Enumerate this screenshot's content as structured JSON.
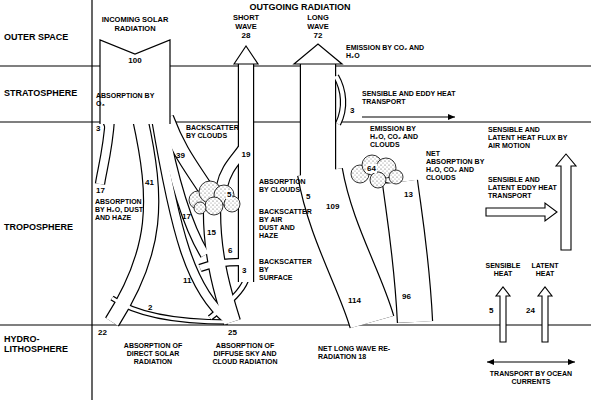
{
  "diagram": {
    "labels": [
      "OUTGOING RADIATION",
      "OUTER SPACE",
      "INCOMING SOLAR RADIATION",
      "100",
      "SHORT WAVE",
      "28",
      "LONG WAVE",
      "72",
      "STRATOSPHERE",
      "ABSORPTION BY O₃",
      "3",
      "EMISSION BY CO₂ AND H₂O",
      "3",
      "SENSIBLE AND EDDY HEAT TRANSPORT",
      "BACKSCATTER BY CLOUDS",
      "19",
      "39",
      "41",
      "17",
      "ABSORPTION BY H₂O, DUST AND HAZE",
      "ABSORPTION BY CLOUDS",
      "5",
      "15",
      "BACKSCATTER BY AIR DUST AND HAZE",
      "6",
      "17",
      "11",
      "3",
      "BACKSCATTER BY SURFACE",
      "2",
      "TROPOSPHERE",
      "5",
      "109",
      "64",
      "EMISSION BY H₂O, CO₂ AND CLOUDS",
      "13",
      "NET ABSORPTION BY H₂O, CO₂ AND CLOUDS",
      "SENSIBLE AND LATENT HEAT FLUX BY AIR MOTION",
      "SENSIBLE AND LATENT EDDY HEAT TRANSPORT",
      "SENSIBLE HEAT",
      "LATENT HEAT",
      "5",
      "24",
      "22",
      "25",
      "114",
      "96",
      "HYDRO- LITHOSPHERE",
      "ABSORPTION OF DIRECT SOLAR RADIATION",
      "ABSORPTION OF DIFFUSE SKY AND CLOUD RADIATION",
      "NET LONG WAVE RE-RADIATION 18",
      "TRANSPORT BY OCEAN CURRENTS"
    ]
  }
}
